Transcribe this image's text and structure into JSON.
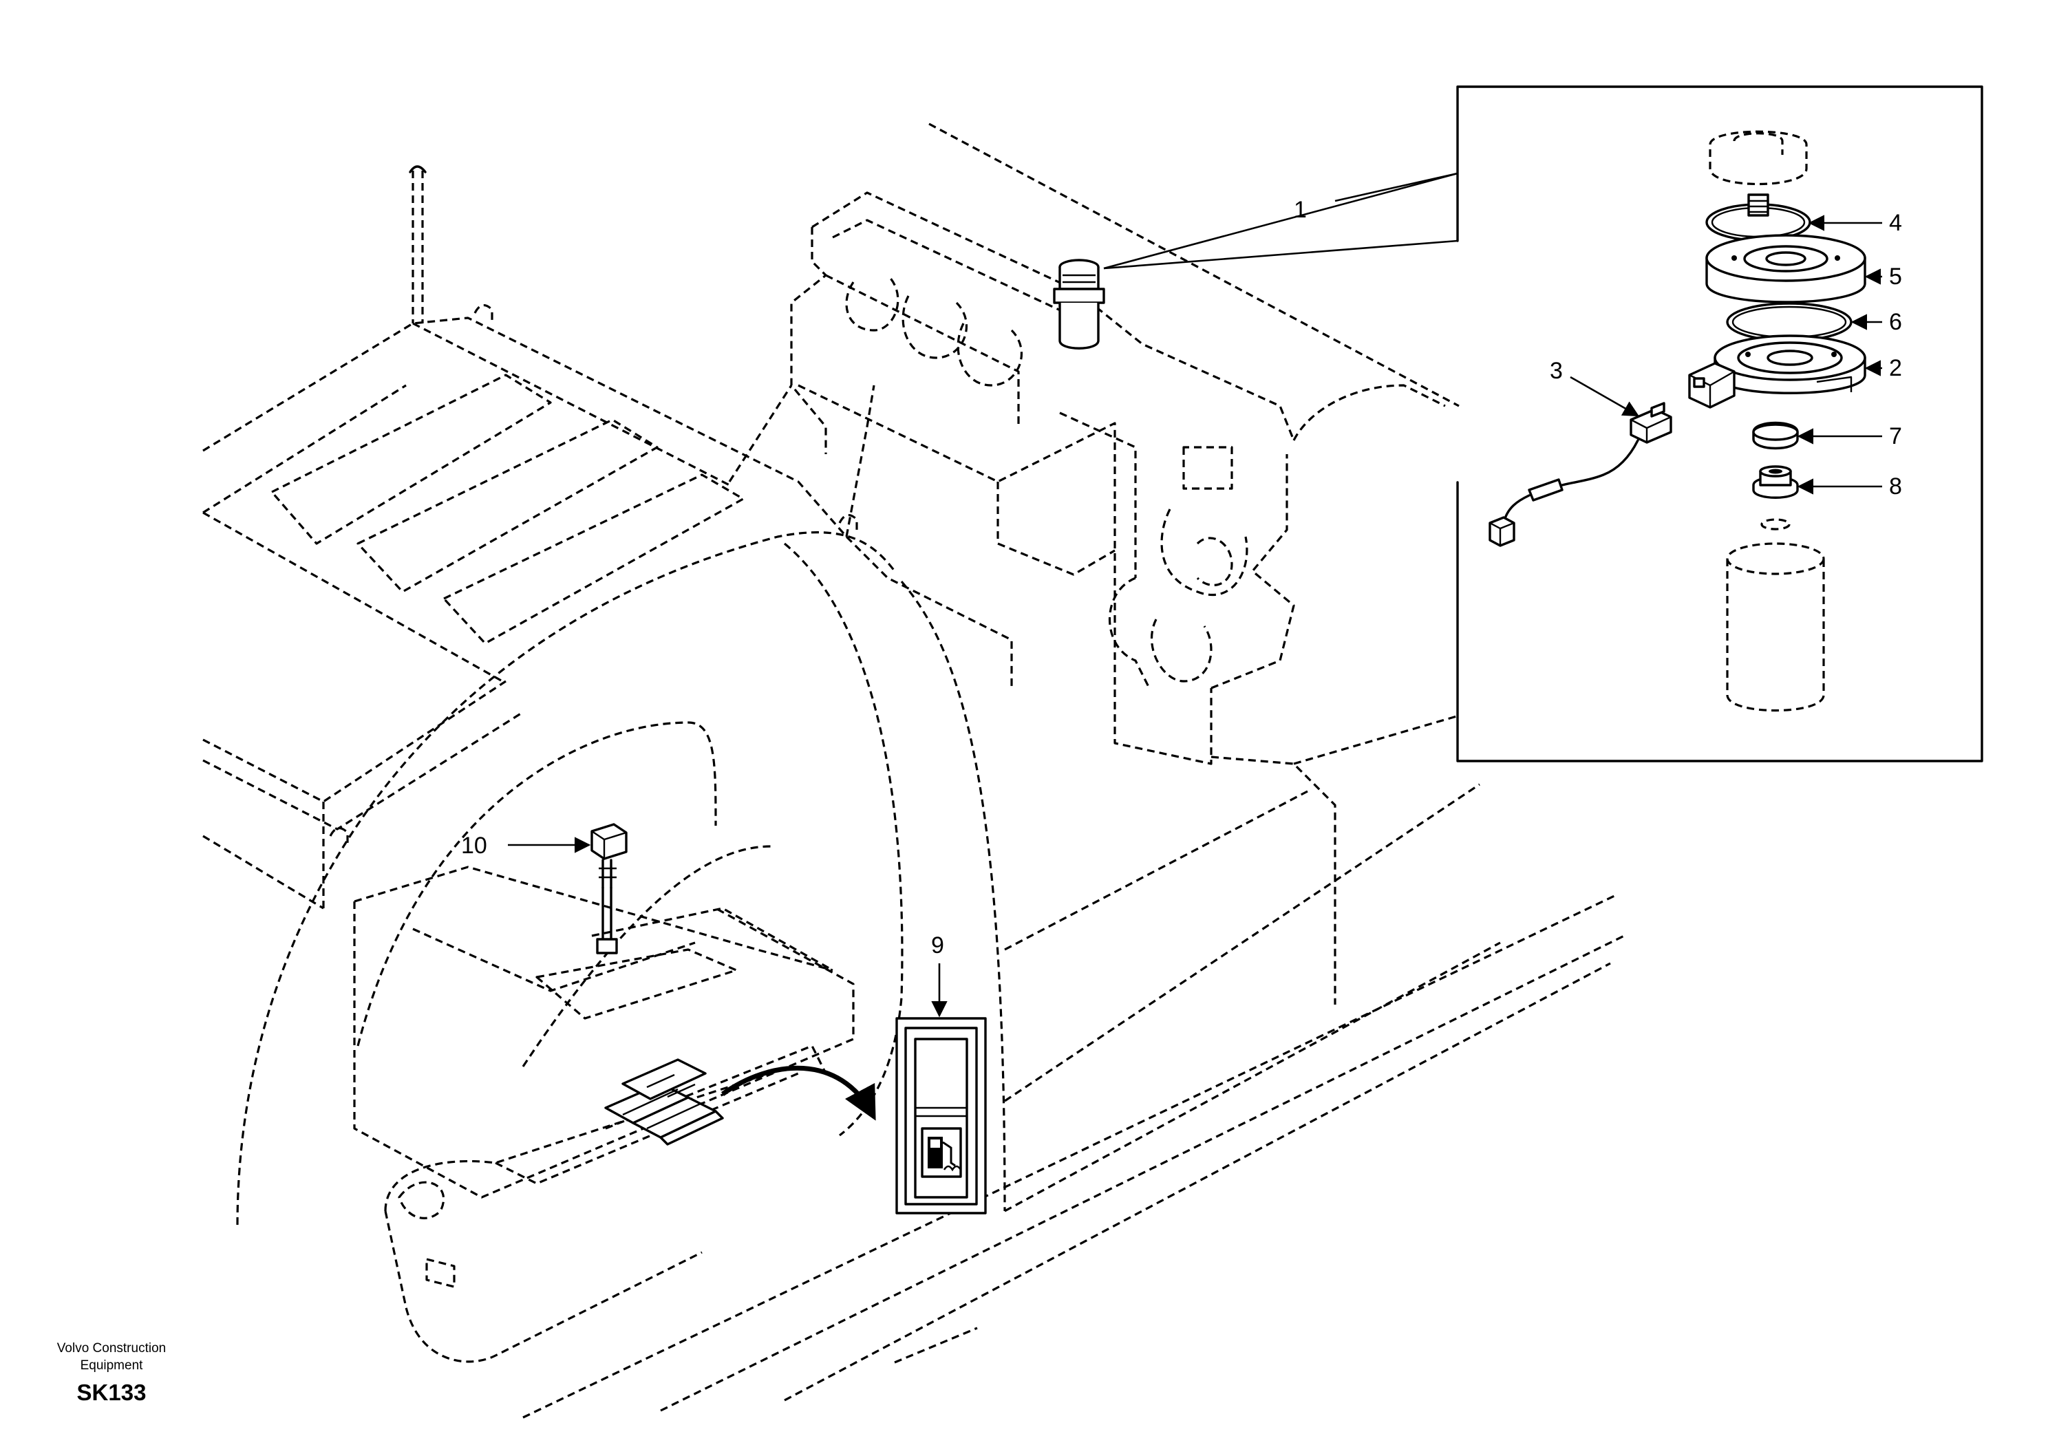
{
  "callouts": {
    "c1": "1",
    "c2": "2",
    "c3": "3",
    "c4": "4",
    "c5": "5",
    "c6": "6",
    "c7": "7",
    "c8": "8",
    "c9": "9",
    "c10": "10"
  },
  "footer": {
    "line1": "Volvo Construction",
    "line2": "Equipment",
    "code": "SK133"
  },
  "icons": {
    "switch_symbol": "fuel-pump-icon"
  }
}
